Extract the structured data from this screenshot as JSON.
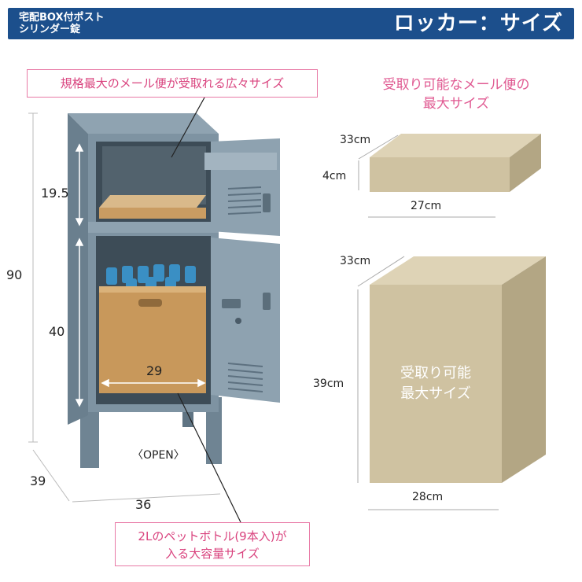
{
  "header": {
    "product_line1": "宅配BOX付ポスト",
    "product_line2": "シリンダー錠",
    "title": "ロッカー：サイズ"
  },
  "product": {
    "callout_top": "規格最大のメール便が受取れる広々サイズ",
    "callout_bottom_line1": "2Lのペットボトル(9本入)が",
    "callout_bottom_line2": "入る大容量サイズ",
    "open_label": "〈OPEN〉",
    "dim_total_height": "90",
    "dim_upper_height": "19.5",
    "dim_lower_height": "40",
    "dim_inner_width": "29",
    "dim_depth": "39",
    "dim_width": "36"
  },
  "mail_box": {
    "title_line1": "受取り可能なメール便の",
    "title_line2": "最大サイズ",
    "depth": "33cm",
    "height": "4cm",
    "width": "27cm"
  },
  "parcel_box": {
    "label_line1": "受取り可能",
    "label_line2": "最大サイズ",
    "depth": "33cm",
    "height": "39cm",
    "width": "28cm"
  },
  "colors": {
    "header_bg": "#1c4f8c",
    "cabinet": "#7e93a2",
    "box_fill": "#cfc2a1",
    "callout_pink": "#d9437e"
  }
}
